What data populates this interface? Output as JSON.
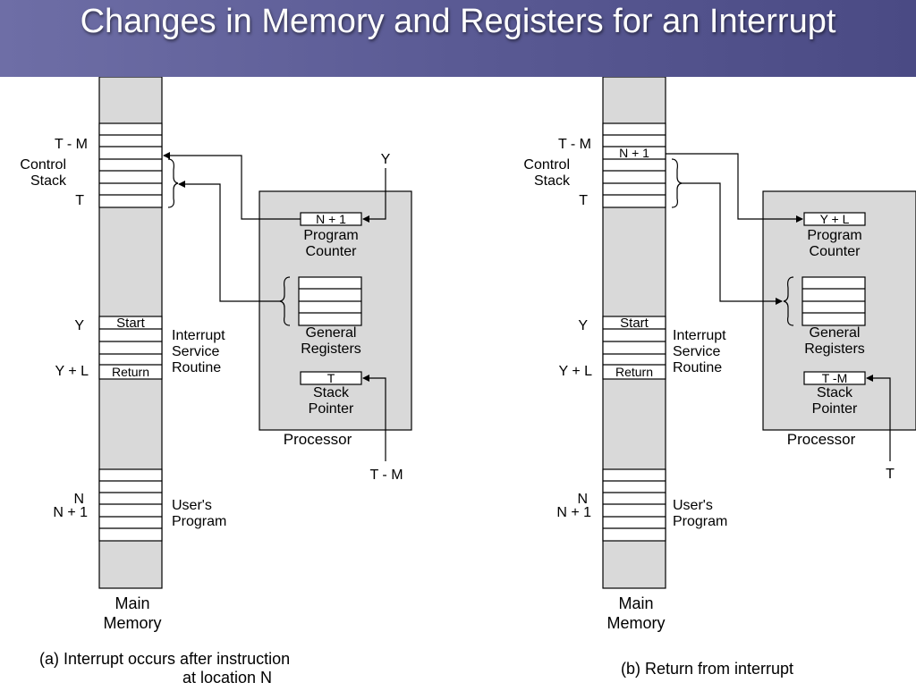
{
  "title": "Changes in Memory and Registers for an Interrupt",
  "colors": {
    "header": "#5a5a94",
    "memory_fill": "#d9d9d9",
    "processor_fill": "#d9d9d9"
  },
  "diagram_a": {
    "labels": {
      "t_m": "T - M",
      "control_stack_1": "Control",
      "control_stack_2": "Stack",
      "t": "T",
      "y": "Y",
      "y_plus_l": "Y + L",
      "n": "N",
      "n_plus_1": "N + 1",
      "start": "Start",
      "return": "Return",
      "isr_1": "Interrupt",
      "isr_2": "Service",
      "isr_3": "Routine",
      "users_1": "User's",
      "users_2": "Program",
      "main_1": "Main",
      "main_2": "Memory",
      "pc_value": "N + 1",
      "pc_1": "Program",
      "pc_2": "Counter",
      "gr_1": "General",
      "gr_2": "Registers",
      "sp_value": "T",
      "sp_1": "Stack",
      "sp_2": "Pointer",
      "processor": "Processor",
      "input_y": "Y",
      "input_sp": "T - M"
    },
    "caption_1": "(a)  Interrupt occurs after instruction",
    "caption_2": "at location N"
  },
  "diagram_b": {
    "labels": {
      "t_m": "T - M",
      "control_stack_1": "Control",
      "control_stack_2": "Stack",
      "t": "T",
      "y": "Y",
      "y_plus_l": "Y + L",
      "n": "N",
      "n_plus_1": "N + 1",
      "stack_cell": "N + 1",
      "start": "Start",
      "return": "Return",
      "isr_1": "Interrupt",
      "isr_2": "Service",
      "isr_3": "Routine",
      "users_1": "User's",
      "users_2": "Program",
      "main_1": "Main",
      "main_2": "Memory",
      "pc_value": "Y + L",
      "pc_1": "Program",
      "pc_2": "Counter",
      "gr_1": "General",
      "gr_2": "Registers",
      "sp_value": "T -M",
      "sp_1": "Stack",
      "sp_2": "Pointer",
      "processor": "Processor",
      "input_sp": "T"
    },
    "caption": "(b)  Return from interrupt"
  }
}
